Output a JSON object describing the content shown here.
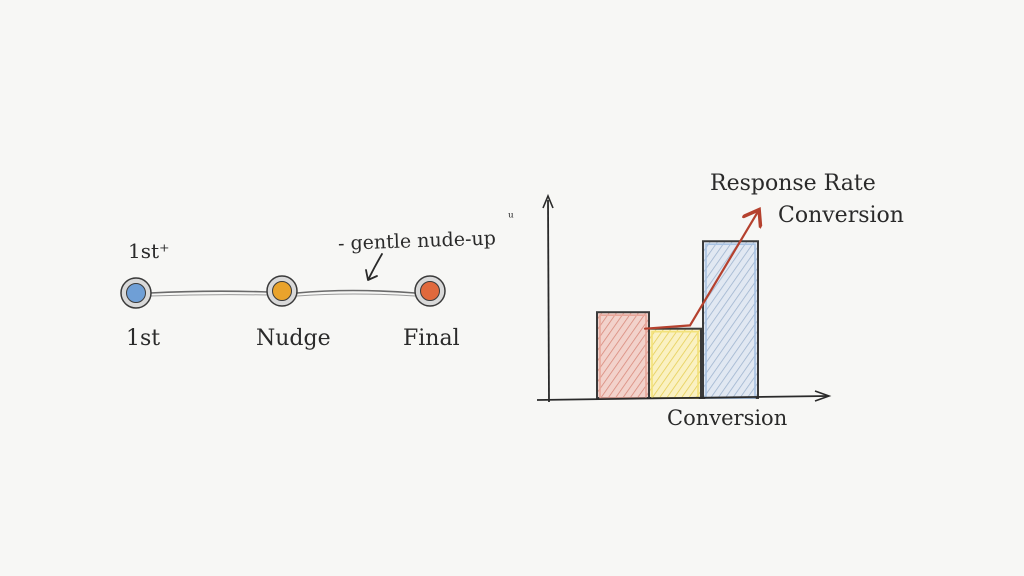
{
  "timeline": {
    "top_note": "1st⁺",
    "annotation": "- gentle nude-up",
    "annotation_mark": "ᵘ",
    "stages": [
      {
        "label": "1st",
        "color": "#6f9fd6"
      },
      {
        "label": "Nudge",
        "color": "#e9a32c"
      },
      {
        "label": "Final",
        "color": "#e0693d"
      }
    ]
  },
  "chart": {
    "title_line1": "Response Rate",
    "title_line2": "Conversion",
    "xlabel": "Conversion",
    "colors": {
      "bar_outline": "#3b3b3b",
      "bar1_fill": "#e8a79b",
      "bar2_fill": "#f3e27a",
      "bar3_fill": "#a9c3e3",
      "trend": "#b5412e",
      "axis": "#2a2a2a"
    }
  },
  "chart_data": {
    "type": "bar",
    "categories": [
      "",
      "",
      ""
    ],
    "values": [
      0.52,
      0.42,
      0.95
    ],
    "ylim": [
      0,
      1.2
    ],
    "trend": [
      0.42,
      0.44,
      1.13
    ],
    "grid": false
  }
}
